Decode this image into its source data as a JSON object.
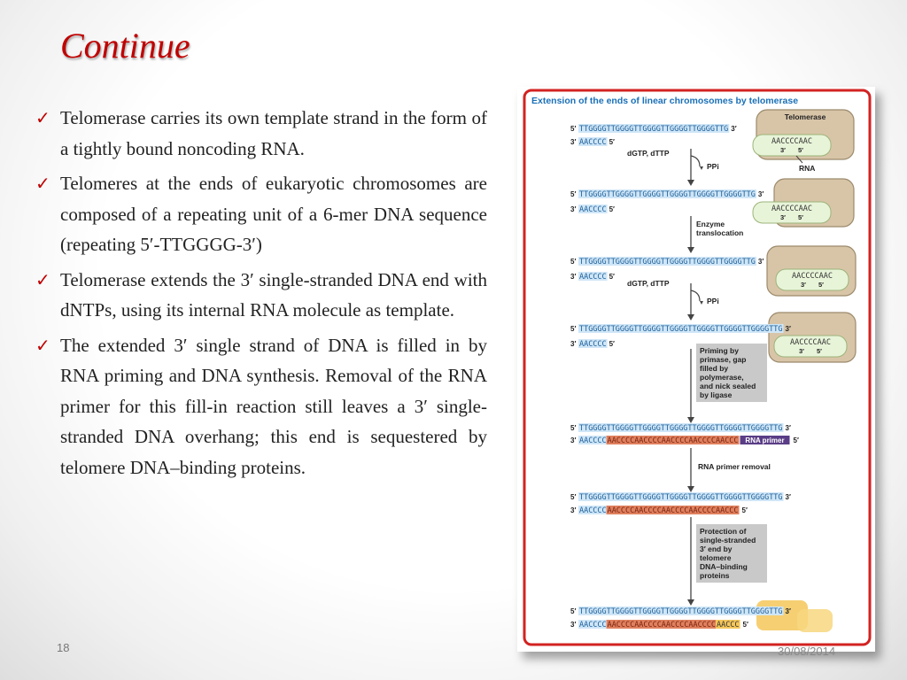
{
  "slide": {
    "title": "Continue",
    "slide_number": "18",
    "date": "30/08/2014"
  },
  "bullets": [
    "Telomerase carries its own template strand in the form of a tightly bound noncoding RNA.",
    "Telomeres at the ends of eukaryotic chromosomes are composed of a repeating unit of a 6-mer DNA sequence (repeating 5′-TTGGGG-3′)",
    "Telomerase extends the 3′ single-stranded DNA end with dNTPs, using its internal RNA molecule as template.",
    "The extended 3′ single strand of DNA is filled in by RNA priming and DNA synthesis. Removal of the RNA primer for this fill-in reaction still leaves a 3′ single-stranded DNA overhang; this end is sequestered by telomere DNA–binding proteins."
  ],
  "figure": {
    "title": "Extension of the ends of linear chromosomes by telomerase",
    "label_5p": "5′",
    "label_3p": "3′",
    "top_strands": [
      "TTGGGGTTGGGGTTGGGGTTGGGGTTGGGGTTG",
      "TTGGGGTTGGGGTTGGGGTTGGGGTTGGGGTTGGGGTTG",
      "TTGGGGTTGGGGTTGGGGTTGGGGTTGGGGTTGGGGTTG",
      "TTGGGGTTGGGGTTGGGGTTGGGGTTGGGGTTGGGGTTGGGGTTG",
      "TTGGGGTTGGGGTTGGGGTTGGGGTTGGGGTTGGGGTTGGGGTTG",
      "TTGGGGTTGGGGTTGGGGTTGGGGTTGGGGTTGGGGTTGGGGTTG",
      "TTGGGGTTGGGGTTGGGGTTGGGGTTGGGGTTGGGGTTGGGGTTG"
    ],
    "bottom_strand_dna": "AACCCC",
    "bottom_strand_rna_long": "AACCCCAACCCCAACCCCAACCCCAACCC",
    "bottom_strand_rna_short": "AACCCCAACCCCAACCCCAACCCCAACCC",
    "bottom_strand_rna_final": "AACCCCAACCCCAACCCCAACCCC",
    "bottom_strand_tail_final": "AACCC",
    "telomerase_label": "Telomerase",
    "telomerase_rna": "AACCCCAAC",
    "rna_label": "RNA",
    "dntp_label": "dGTP, dTTP",
    "ppi_label": "PPi",
    "enzyme_translocation": [
      "Enzyme",
      "translocation"
    ],
    "priming_box": [
      "Priming by",
      "primase, gap",
      "filled by",
      "polymerase,",
      "and nick sealed",
      "by ligase"
    ],
    "rna_primer_label": "RNA primer",
    "rna_primer_removal": "RNA primer removal",
    "protection_box": [
      "Protection of",
      "single-stranded",
      "3′ end by",
      "telomere",
      "DNA–binding",
      "proteins"
    ]
  }
}
